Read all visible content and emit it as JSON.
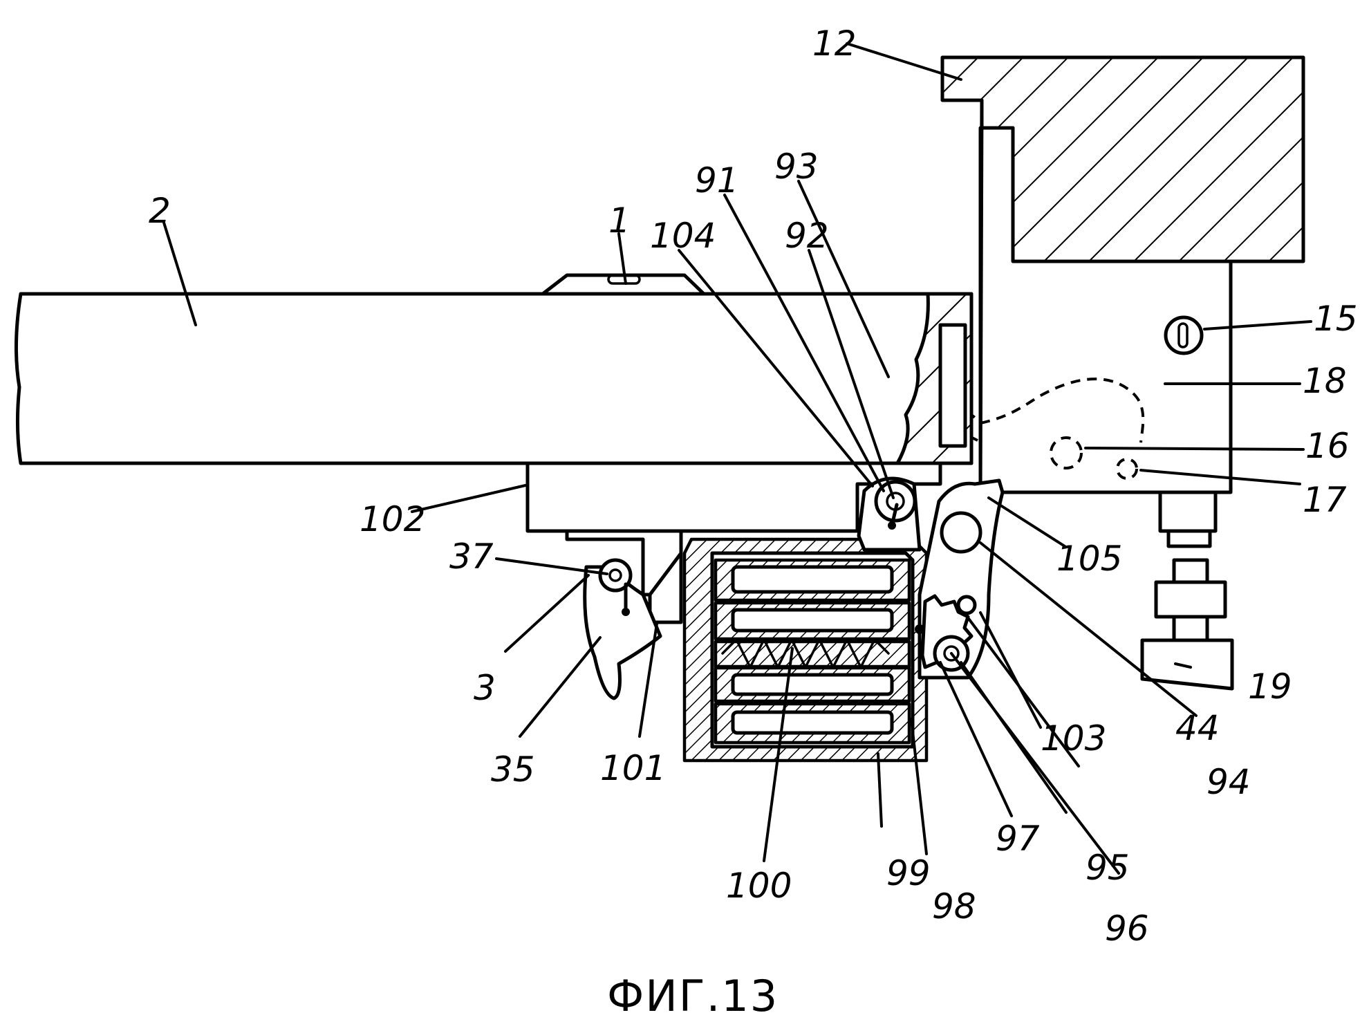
{
  "figure": {
    "caption": "ФИГ.13"
  },
  "labels": {
    "l1": "1",
    "l2": "2",
    "l3": "3",
    "l12": "12",
    "l15": "15",
    "l16": "16",
    "l17": "17",
    "l18": "18",
    "l19": "19",
    "l35": "35",
    "l37": "37",
    "l44": "44",
    "l91": "91",
    "l92": "92",
    "l93": "93",
    "l94": "94",
    "l95": "95",
    "l96": "96",
    "l97": "97",
    "l98": "98",
    "l99": "99",
    "l100": "100",
    "l101": "101",
    "l102": "102",
    "l103": "103",
    "l104": "104",
    "l105": "105"
  }
}
